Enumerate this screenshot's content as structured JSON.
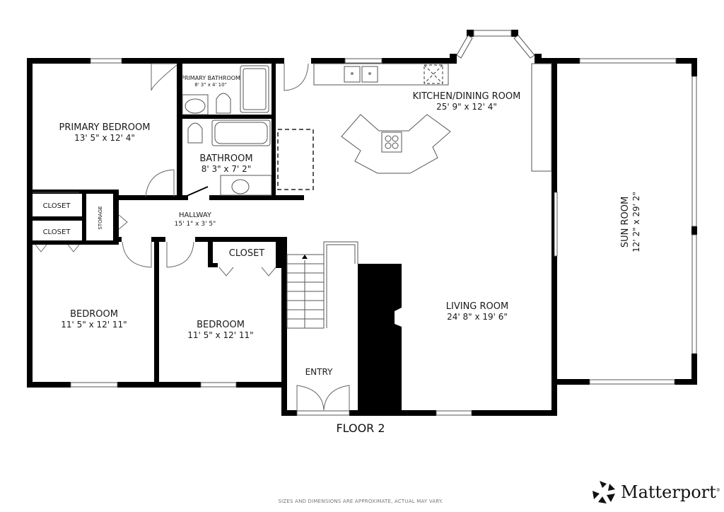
{
  "floor": {
    "label": "FLOOR 2"
  },
  "disclaimer": "SIZES AND DIMENSIONS ARE APPROXIMATE, ACTUAL MAY VARY.",
  "brand": {
    "name": "Matterport",
    "reg": "®",
    "logo_icon": "matterport-logo-icon"
  },
  "rooms": {
    "primary_bedroom": {
      "name": "PRIMARY BEDROOM",
      "dims": "13' 5\" x 12' 4\""
    },
    "primary_bathroom": {
      "name": "PRIMARY BATHROOM",
      "dims": "8' 3\" x 4' 10\""
    },
    "bathroom": {
      "name": "BATHROOM",
      "dims": "8' 3\" x 7' 2\""
    },
    "kitchen_dining": {
      "name": "KITCHEN/DINING ROOM",
      "dims": "25' 9\" x 12' 4\""
    },
    "hallway": {
      "name": "HALLWAY",
      "dims": "15' 1\" x 3' 5\""
    },
    "closet_1": {
      "name": "CLOSET"
    },
    "closet_2": {
      "name": "CLOSET"
    },
    "storage": {
      "name": "STORAGE"
    },
    "closet_3": {
      "name": "CLOSET"
    },
    "bedroom_1": {
      "name": "BEDROOM",
      "dims": "11' 5\" x 12' 11\""
    },
    "bedroom_2": {
      "name": "BEDROOM",
      "dims": "11' 5\" x 12' 11\""
    },
    "living_room": {
      "name": "LIVING ROOM",
      "dims": "24' 8\" x 19' 6\""
    },
    "sun_room": {
      "name": "SUN ROOM",
      "dims": "12' 2\" x 29' 2\""
    },
    "entry": {
      "name": "ENTRY"
    }
  },
  "colors": {
    "wall": "#000000",
    "fixture_line": "#555555",
    "background": "#ffffff",
    "disclaimer": "#777777"
  }
}
